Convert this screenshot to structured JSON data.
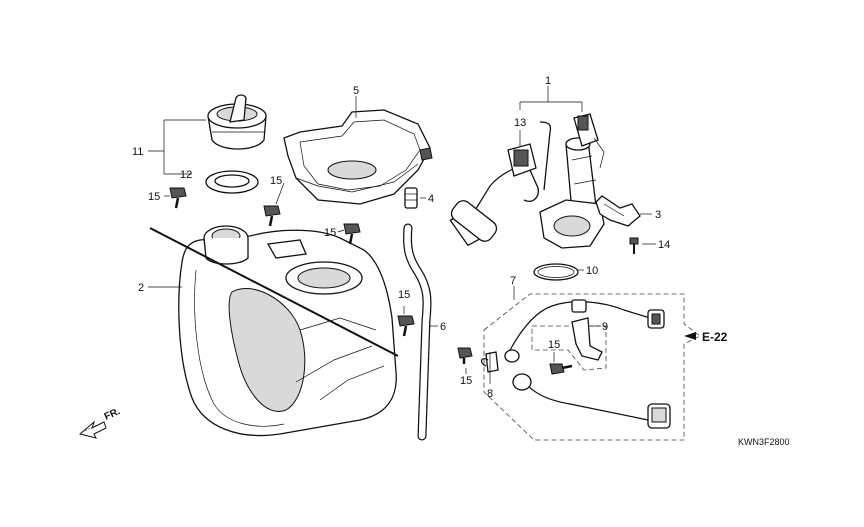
{
  "callouts": {
    "c1": "1",
    "c2": "2",
    "c3": "3",
    "c4": "4",
    "c5": "5",
    "c6": "6",
    "c7": "7",
    "c8": "8",
    "c9": "9",
    "c10": "10",
    "c11": "11",
    "c12": "12",
    "c13": "13",
    "c14": "14",
    "c15a": "15",
    "c15b": "15",
    "c15c": "15",
    "c15d": "15",
    "c15e": "15",
    "c15f": "15"
  },
  "reference": "E-22",
  "front_marker": "FR.",
  "diagram_code": "KWN3F2800",
  "icons": [
    "fuel-tank",
    "fuel-cap",
    "fuel-pump",
    "fuel-hose",
    "bolt",
    "front-arrow"
  ]
}
